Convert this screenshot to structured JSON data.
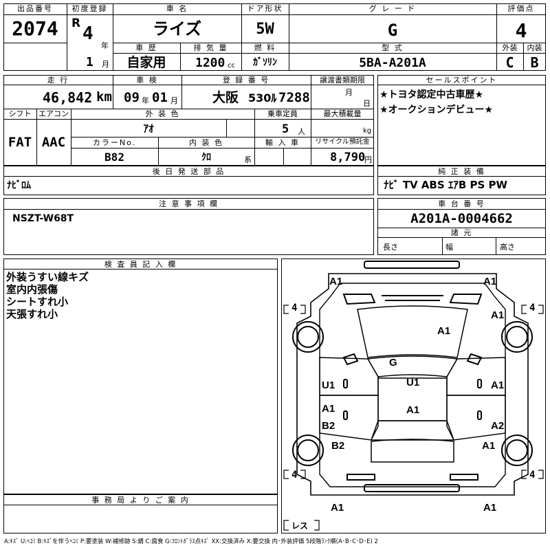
{
  "header": {
    "lot_label": "出品番号",
    "lot_no": "2074",
    "first_reg_label": "初度登録",
    "era": "R",
    "year": "4",
    "year_unit": "年",
    "month": "1",
    "month_unit": "月",
    "car_name_label": "車 名",
    "car_name": "ライズ",
    "door_label": "ドア形状",
    "door": "5W",
    "grade_label": "グ レ ー ド",
    "grade": "G",
    "score_label": "評価点",
    "score": "4",
    "history_label": "車 歴",
    "history": "自家用",
    "displacement_label": "排 気 量",
    "displacement": "1200",
    "displacement_unit": "cc",
    "fuel_label": "燃 料",
    "fuel": "ｶﾞｿﾘﾝ",
    "model_label": "型 式",
    "model": "5BA-A201A",
    "ext_label": "外装",
    "ext_grade": "C",
    "int_label": "内装",
    "int_grade": "B"
  },
  "details": {
    "mileage_label": "走 行",
    "mileage": "46,842",
    "mileage_unit": "km",
    "inspection_label": "車 検",
    "insp_year": "09",
    "insp_year_unit": "年",
    "insp_month": "01",
    "insp_month_unit": "月",
    "reg_label": "登 録 番 号",
    "reg_area": "大阪",
    "reg_class": "530ﾙ",
    "reg_no": "7288",
    "transfer_label": "譲渡書類期限",
    "transfer_month": "月",
    "transfer_day": "日",
    "shift_label": "シフト",
    "shift": "FAT",
    "ac_label": "エアコン",
    "ac": "AAC",
    "ext_color_label": "外 装 色",
    "ext_color": "ｱｵ",
    "capacity_label": "乗車定員",
    "capacity": "5",
    "capacity_unit": "人",
    "max_load_label": "最大積載量",
    "max_load_unit": "kg",
    "color_no_label": "カラーNo.",
    "color_no": "B82",
    "int_color_label": "内 装 色",
    "int_color": "ｸﾛ",
    "int_color_suffix": "系",
    "import_label": "輸 入 車",
    "recycle_label": "リサイクル預託金",
    "recycle": "8,790",
    "recycle_unit": "円"
  },
  "sales_points": {
    "label": "セールスポイント",
    "items": [
      "★トヨタ認定中古車歴★",
      "★オークションデビュー★"
    ]
  },
  "later_parts": {
    "label": "後 日 発 送 部 品",
    "value": "ﾅﾋﾞﾛﾑ"
  },
  "equipment": {
    "label": "純 正 装 備",
    "value": "ﾅﾋﾞ TV ABS ｴｱB PS PW"
  },
  "notes": {
    "label": "注 意 事 項 欄",
    "value": "NSZT-W68T"
  },
  "chassis": {
    "label": "車 台 番 号",
    "value": "A201A-0004662",
    "dims_label": "諸 元",
    "length_label": "長さ",
    "width_label": "幅",
    "height_label": "高さ"
  },
  "inspector": {
    "label": "検 査 員 記 入 欄",
    "lines": [
      "外装うすい線キズ",
      "室内内張傷",
      "シートすれ小",
      "天張すれ小"
    ]
  },
  "office": {
    "label": "事 務 局 よ り ご 案 内"
  },
  "diagram": {
    "tire_fl": "4",
    "tire_fr": "4",
    "tire_rl": "4",
    "tire_rr": "4",
    "spare": "レス",
    "marks": {
      "front_bumper_left": "A1",
      "front_bumper_right": "A1",
      "front_fender_right": "A1",
      "hood": "A1",
      "windshield": "G",
      "front_door_left": "U1",
      "roof": "U1",
      "front_door_right": "A1",
      "rear_door_left": "A1",
      "rear_door_right": "A2",
      "rear_quarter_left_top": "B2",
      "rear_quarter_left": "B2",
      "rear_quarter_right": "A1",
      "tailgate": "A1",
      "rear_bumper_left": "A1",
      "rear_bumper_right": "A1"
    }
  },
  "legend": "A:ｷｽﾞ U:ﾍｺﾐ B:ｷｽﾞを伴うﾍｺﾐ P:要塗装 W:補修跡 S:錆 C:腐食 G:ﾌﾛﾝﾄｶﾞﾗｽ点ｷｽﾞ XX:交換済み X:要交換 内･外装評価 5段階ﾗﾝｸ順(A･B･C･D･E) 2"
}
